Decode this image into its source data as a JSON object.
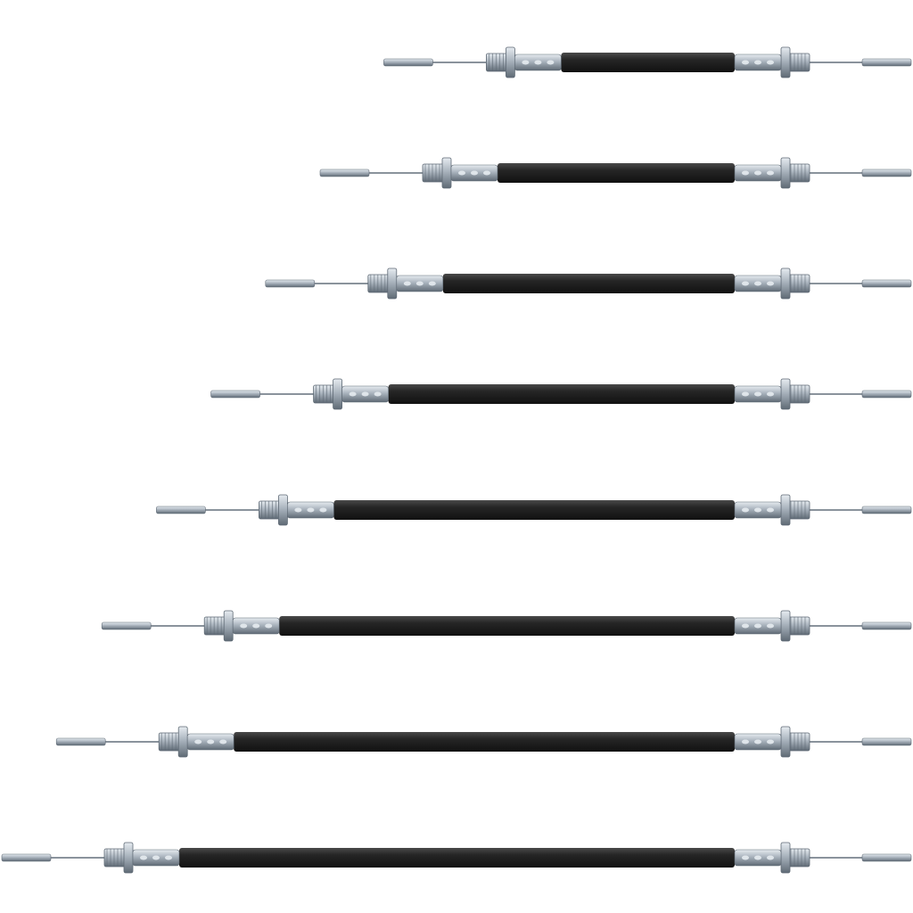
{
  "background": "#ffffff",
  "colors": {
    "sleeve": "#262626",
    "sleeve_highlight": "#4a4a4a",
    "metal_light": "#e6ebf0",
    "metal_mid": "#a9b3bd",
    "metal_dark": "#5f6a75",
    "wire": "#8a939c"
  },
  "cables": [
    {
      "id": "cable-1",
      "length_fraction": 0.58
    },
    {
      "id": "cable-2",
      "length_fraction": 0.65
    },
    {
      "id": "cable-3",
      "length_fraction": 0.71
    },
    {
      "id": "cable-4",
      "length_fraction": 0.77
    },
    {
      "id": "cable-5",
      "length_fraction": 0.83
    },
    {
      "id": "cable-6",
      "length_fraction": 0.89
    },
    {
      "id": "cable-7",
      "length_fraction": 0.94
    },
    {
      "id": "cable-8",
      "length_fraction": 1.0
    }
  ]
}
